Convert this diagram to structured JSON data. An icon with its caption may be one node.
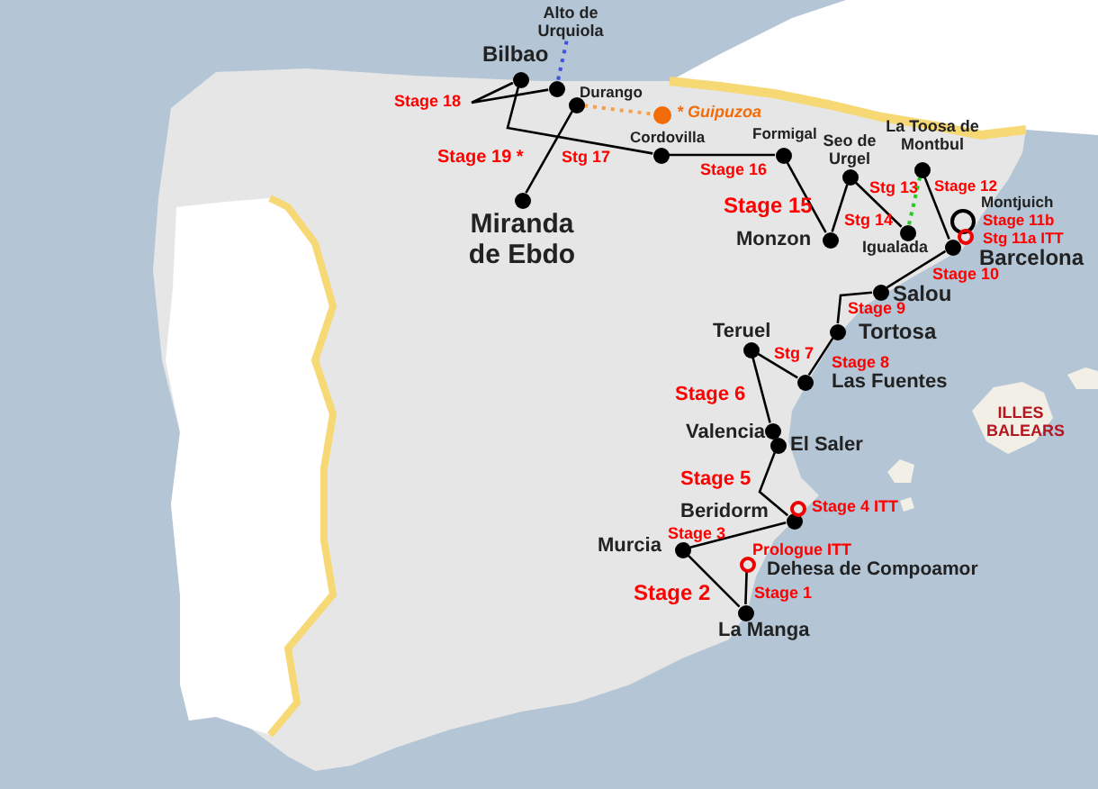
{
  "diagram": {
    "nodes": [
      {
        "text": [],
        "shape": "circle",
        "beside": [
          "Bilbao"
        ]
      },
      {
        "text": [],
        "shape": "circle"
      },
      {
        "text": [],
        "shape": "circle",
        "beside": [
          "Durango"
        ]
      },
      {
        "text": [],
        "shape": "circle",
        "beside": [
          "Cordovilla"
        ]
      },
      {
        "text": [],
        "shape": "circle",
        "beside": [
          "Formigal"
        ]
      },
      {
        "text": [],
        "shape": "circle",
        "beside": [
          "Monzon"
        ]
      },
      {
        "text": [],
        "shape": "circle",
        "beside": [
          "Seo de Urgel"
        ]
      },
      {
        "text": [],
        "shape": "circle",
        "beside": [
          "Igualada"
        ]
      },
      {
        "text": [],
        "shape": "circle",
        "beside": [
          "La Toosa de Montbul"
        ]
      },
      {
        "text": [],
        "shape": "circle",
        "beside": [
          "Barcelona"
        ]
      },
      {
        "text": [],
        "shape": "ring",
        "beside": [
          "Montjuich",
          "Stage 11b"
        ]
      },
      {
        "text": [],
        "shape": "ring",
        "beside": [
          "Stg 11a ITT"
        ]
      },
      {
        "text": [],
        "shape": "circle",
        "beside": [
          "Salou"
        ]
      },
      {
        "text": [],
        "shape": "circle",
        "beside": [
          "Tortosa"
        ]
      },
      {
        "text": [],
        "shape": "circle",
        "beside": [
          "Teruel"
        ]
      },
      {
        "text": [],
        "shape": "circle",
        "beside": [
          "Las Fuentes"
        ]
      },
      {
        "text": [],
        "shape": "circle",
        "beside": [
          "Valencia"
        ]
      },
      {
        "text": [],
        "shape": "circle",
        "beside": [
          "El Saler"
        ]
      },
      {
        "text": [],
        "shape": "circle",
        "beside": [
          "Beridorm"
        ]
      },
      {
        "text": [],
        "shape": "ring",
        "beside": [
          "Stage 4 ITT"
        ]
      },
      {
        "text": [],
        "shape": "circle",
        "beside": [
          "Murcia"
        ]
      },
      {
        "text": [],
        "shape": "ring",
        "beside": [
          "Prologue ITT",
          "Dehesa de Compoamor"
        ]
      },
      {
        "text": [],
        "shape": "circle",
        "beside": [
          "La Manga"
        ]
      },
      {
        "text": [],
        "shape": "circle",
        "beside": [
          "Miranda de Ebdo"
        ]
      },
      {
        "text": [],
        "shape": "circle",
        "beside": [
          "* Guipuzoa"
        ]
      },
      {
        "text": [
          "Alto de Urquiola"
        ]
      }
    ],
    "edges": [
      {
        "from": 25,
        "to": 1,
        "arrow": "none",
        "style": "dashed",
        "color": "#3f51e0"
      },
      {
        "from": 0,
        "to": 1,
        "arrow": "none",
        "label": "Stage 18"
      },
      {
        "from": 0,
        "to": 3,
        "arrow": "none",
        "label": "Stg 17"
      },
      {
        "from": 2,
        "to": 23,
        "arrow": "none",
        "label": "Stage 19 *"
      },
      {
        "from": 2,
        "to": 24,
        "arrow": "none",
        "style": "dashed",
        "color": "#f7a04a"
      },
      {
        "from": 3,
        "to": 4,
        "arrow": "none",
        "label": "Stage 16"
      },
      {
        "from": 4,
        "to": 5,
        "arrow": "none",
        "label": "Stage 15"
      },
      {
        "from": 5,
        "to": 6,
        "arrow": "none",
        "label": "Stg 14"
      },
      {
        "from": 6,
        "to": 7,
        "arrow": "none",
        "label": "Stg 13"
      },
      {
        "from": 7,
        "to": 8,
        "arrow": "none",
        "style": "dashed",
        "color": "#22cc22"
      },
      {
        "from": 8,
        "to": 9,
        "arrow": "none",
        "label": "Stage 12"
      },
      {
        "from": 9,
        "to": 12,
        "arrow": "none",
        "label": "Stage 10"
      },
      {
        "from": 12,
        "to": 13,
        "arrow": "none",
        "label": "Stage 9"
      },
      {
        "from": 13,
        "to": 15,
        "arrow": "none",
        "label": "Stage 8"
      },
      {
        "from": 15,
        "to": 14,
        "arrow": "none",
        "label": "Stg 7"
      },
      {
        "from": 14,
        "to": 16,
        "arrow": "none",
        "label": "Stage 6"
      },
      {
        "from": 17,
        "to": 18,
        "arrow": "none",
        "label": "Stage 5"
      },
      {
        "from": 18,
        "to": 20,
        "arrow": "none",
        "label": "Stage 3"
      },
      {
        "from": 20,
        "to": 22,
        "arrow": "none",
        "label": "Stage 2"
      },
      {
        "from": 22,
        "to": 21,
        "arrow": "none",
        "label": "Stage 1"
      }
    ],
    "labels": [
      "ILLES BALEARS"
    ]
  }
}
